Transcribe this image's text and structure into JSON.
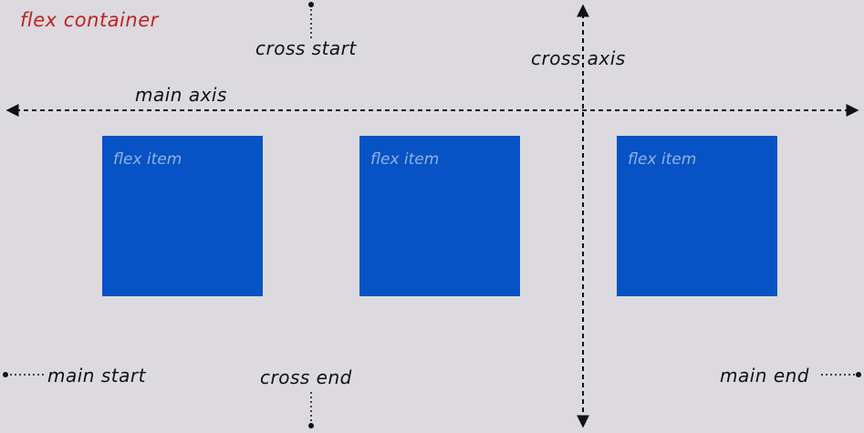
{
  "title": "flex container",
  "labels": {
    "main_axis": "main axis",
    "cross_axis": "cross axis",
    "cross_start": "cross start",
    "cross_end": "cross end",
    "main_start": "main start",
    "main_end": "main end"
  },
  "items": [
    {
      "label": "flex item"
    },
    {
      "label": "flex item"
    },
    {
      "label": "flex item"
    }
  ],
  "colors": {
    "background": "#dcdadf",
    "item_fill": "#0752c4",
    "item_label": "#8fb3e6",
    "title": "#c0211f",
    "lines": "#111111"
  }
}
